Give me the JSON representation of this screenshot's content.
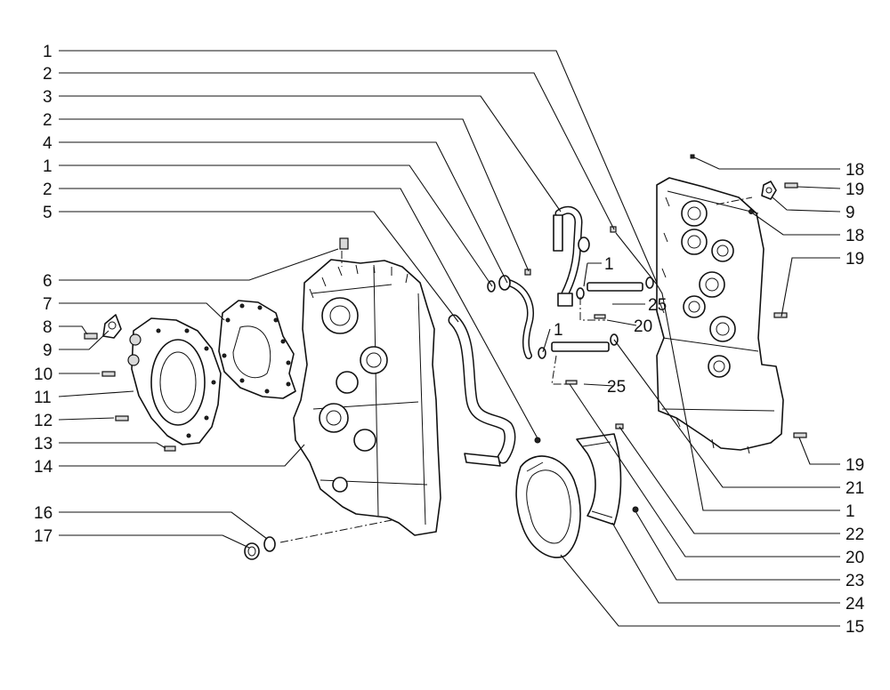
{
  "callouts": {
    "left": [
      "1",
      "2",
      "3",
      "2",
      "4",
      "1",
      "2",
      "5",
      "6",
      "7",
      "8",
      "9",
      "10",
      "11",
      "12",
      "13",
      "14",
      "16",
      "17"
    ],
    "right": [
      "18",
      "19",
      "9",
      "18",
      "19",
      "19",
      "21",
      "1",
      "22",
      "20",
      "23",
      "24",
      "15"
    ],
    "inline": [
      "1",
      "25",
      "20",
      "1",
      "25"
    ]
  }
}
